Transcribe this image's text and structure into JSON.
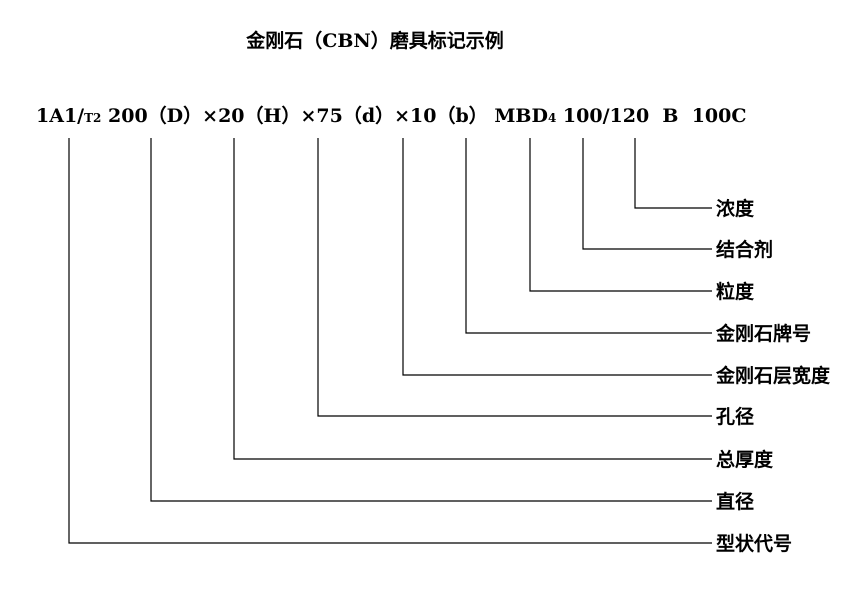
{
  "title": "金刚石（CBN）磨具标记示例",
  "code": {
    "segments": [
      {
        "text": "1A1/",
        "sub": "T2"
      },
      {
        "text": " 200（D）×20（H）×75（d）×10（b） MBD",
        "sub": "4"
      },
      {
        "text": " 100/120  B  100C"
      }
    ]
  },
  "labels": [
    {
      "text": "浓度"
    },
    {
      "text": "结合剂"
    },
    {
      "text": "粒度"
    },
    {
      "text": "金刚石牌号"
    },
    {
      "text": "金刚石层宽度"
    },
    {
      "text": "孔径"
    },
    {
      "text": "总厚度"
    },
    {
      "text": "直径"
    },
    {
      "text": "型状代号"
    }
  ]
}
